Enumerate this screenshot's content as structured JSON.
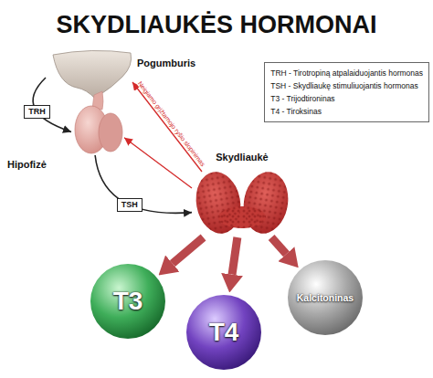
{
  "diagram": {
    "title": "SKYDLIAUKĖS HORMONAI",
    "nodes": [
      {
        "text": [
          "Pogumburis"
        ]
      },
      {
        "text": [
          "Hipofizė"
        ]
      },
      {
        "text": [
          "Skydliaukė"
        ]
      },
      {
        "text": [
          "T3"
        ]
      },
      {
        "text": [
          "T4"
        ]
      },
      {
        "text": [
          "Kalcitoninas"
        ]
      }
    ],
    "edges": [
      {
        "from": 0,
        "to": 1,
        "arrow": "to",
        "label": "TRH"
      },
      {
        "from": 1,
        "to": 2,
        "arrow": "to",
        "label": "TSH"
      },
      {
        "from": 2,
        "to": 0,
        "arrow": "to",
        "label": "Neigiamo grįžtamojo ryšio slopinimas"
      },
      {
        "from": 2,
        "to": 1,
        "arrow": "to"
      },
      {
        "from": 2,
        "to": 3,
        "arrow": "to"
      },
      {
        "from": 2,
        "to": 4,
        "arrow": "to"
      },
      {
        "from": 2,
        "to": 5,
        "arrow": "to"
      }
    ],
    "legend": [
      {
        "text": "TRH - Tirotropiną atpalaiduojantis hormonas"
      },
      {
        "text": "TSH - Skydliaukę stimuliuojantis hormonas"
      },
      {
        "text": "T3 - Trijodtironinas"
      },
      {
        "text": "T4 - Tiroksinas"
      }
    ]
  }
}
